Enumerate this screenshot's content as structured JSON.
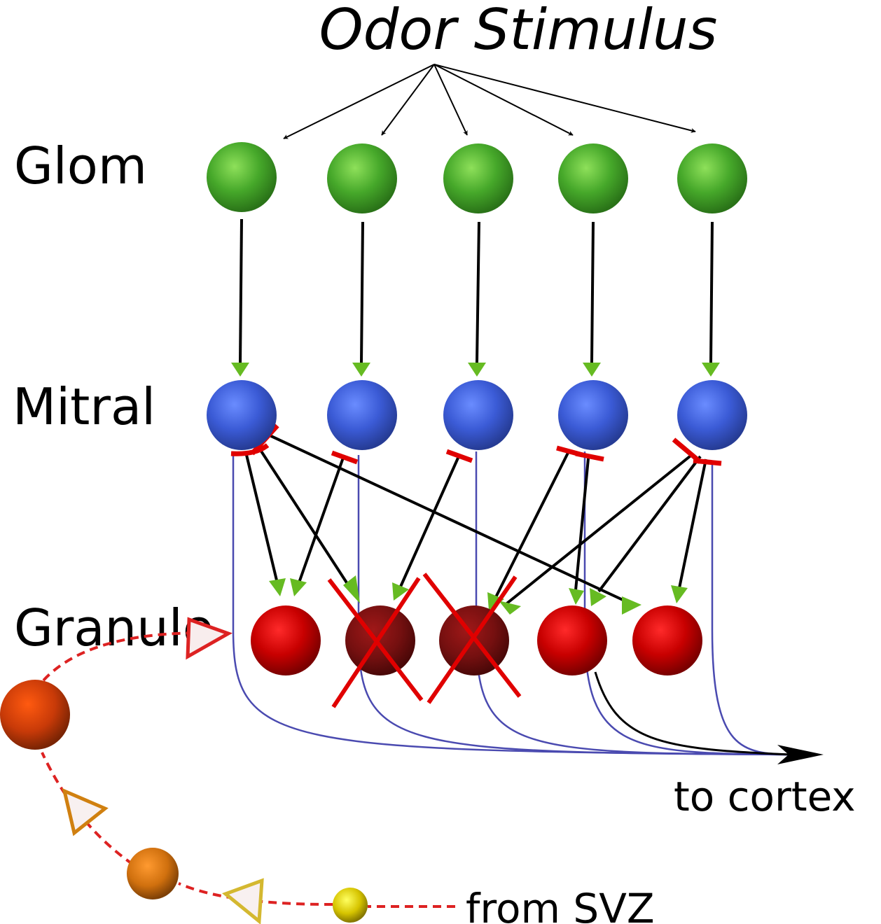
{
  "title": "Odor Stimulus",
  "layers": {
    "glom": "Glom",
    "mitral": "Mitral",
    "granule": "Granule"
  },
  "labels": {
    "to_cortex": "to cortex",
    "from_svz": "from SVZ"
  },
  "cells": {
    "glom_count": 5,
    "mitral_count": 5,
    "granule_count": 5,
    "dead_granules": [
      2,
      3
    ]
  },
  "colors": {
    "glom": "#4caf2a",
    "mitral": "#3f5fd6",
    "granule": "#d40000",
    "granule_dead": "#8a0f0f",
    "excitatory_arrow": "#66bb22",
    "inhibitory_bar": "#e00000",
    "axon": "#4a4ab0",
    "migration_path": "#dd2222"
  }
}
